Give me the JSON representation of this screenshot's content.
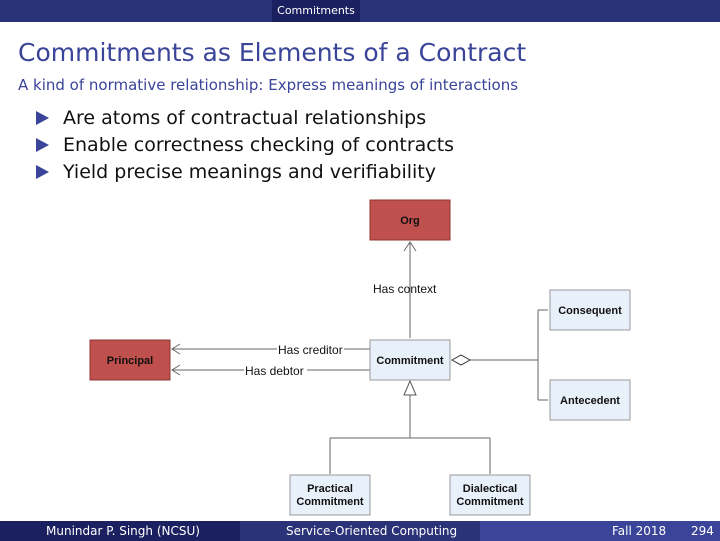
{
  "header": {
    "section": "Commitments"
  },
  "slide": {
    "title": "Commitments as Elements of a Contract",
    "subtitle": "A kind of normative relationship: Express meanings of interactions",
    "bullets": [
      "Are atoms of contractual relationships",
      "Enable correctness checking of contracts",
      "Yield precise meanings and verifiability"
    ]
  },
  "diagram": {
    "nodes": {
      "org": "Org",
      "principal": "Principal",
      "commitment": "Commitment",
      "consequent": "Consequent",
      "antecedent": "Antecedent",
      "practical": [
        "Practical",
        "Commitment"
      ],
      "dialectical": [
        "Dialectical",
        "Commitment"
      ]
    },
    "edges": {
      "context": "Has context",
      "creditor": "Has creditor",
      "debtor": "Has debtor"
    },
    "colors": {
      "highlight": "#c0504d",
      "node": "#e8f0fa",
      "border": "#888888"
    }
  },
  "footer": {
    "author": "Munindar P. Singh  (NCSU)",
    "course": "Service-Oriented Computing",
    "term": "Fall 2018",
    "page": "294"
  }
}
